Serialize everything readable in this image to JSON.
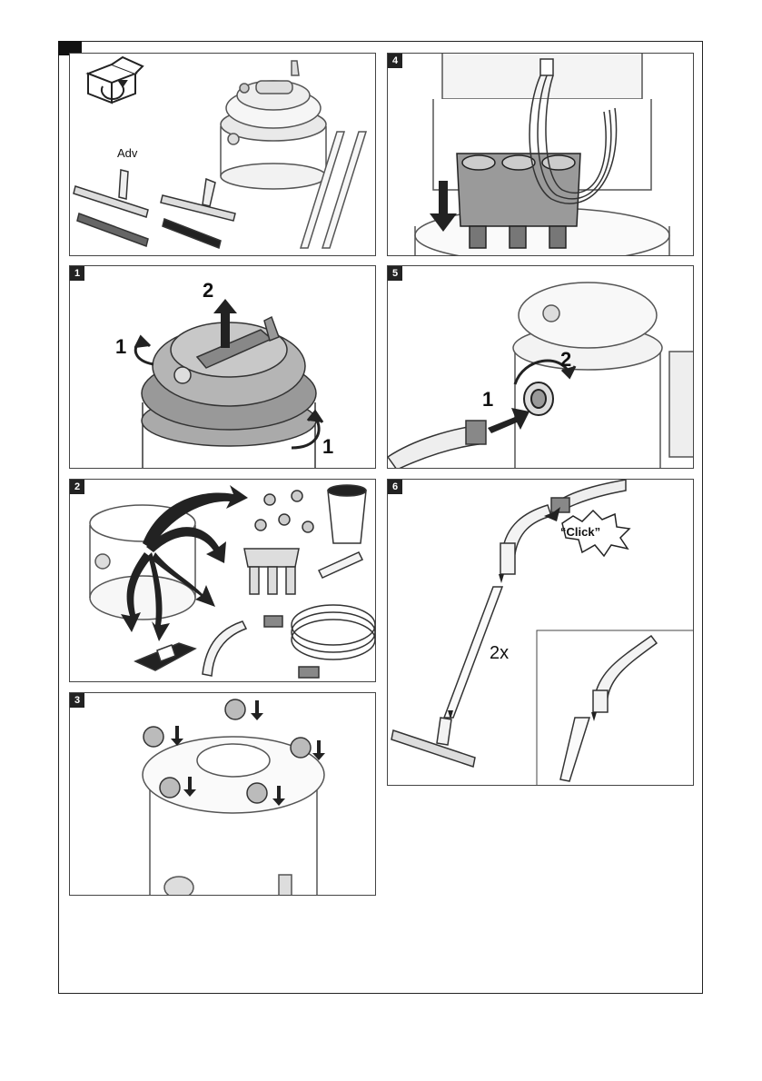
{
  "panels": {
    "unpack": {
      "badge": "",
      "accessory_label": "Adv"
    },
    "p1": {
      "badge": "1",
      "step1a": "1",
      "step2": "2",
      "step1b": "1"
    },
    "p2": {
      "badge": "2"
    },
    "p3": {
      "badge": "3"
    },
    "p4": {
      "badge": "4"
    },
    "p5": {
      "badge": "5",
      "step1": "1",
      "step2": "2"
    },
    "p6": {
      "badge": "6",
      "click": "“Click”",
      "repeat": "2x"
    }
  }
}
